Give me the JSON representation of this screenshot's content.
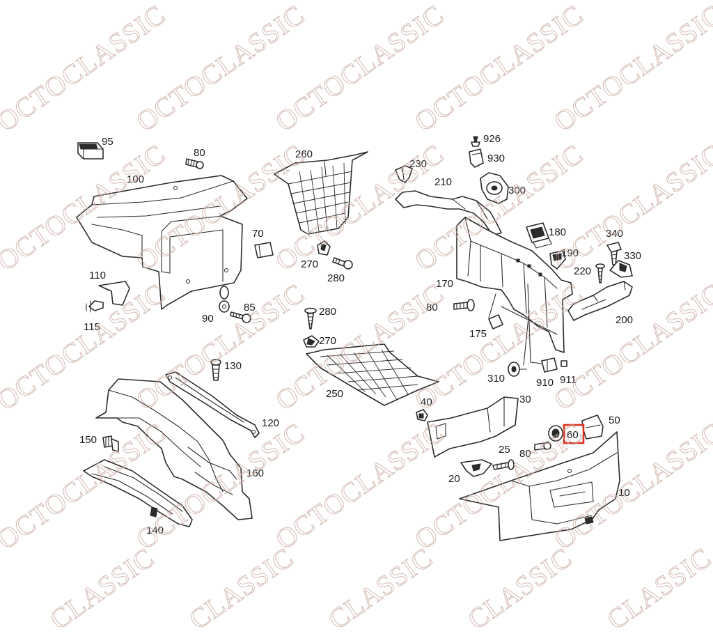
{
  "watermark": {
    "text": "OCTOCLASSIC",
    "partial_text": "CLASSIC",
    "color": "#c9aba3"
  },
  "highlight": {
    "label": "60",
    "color": "#d9321f"
  },
  "callouts": {
    "p10": "10",
    "p20": "20",
    "p25": "25",
    "p30": "30",
    "p40": "40",
    "p50": "50",
    "p60": "60",
    "p70": "70",
    "p80a": "80",
    "p80b": "80",
    "p80c": "80",
    "p85": "85",
    "p90": "90",
    "p95": "95",
    "p100": "100",
    "p110": "110",
    "p115": "115",
    "p120": "120",
    "p130": "130",
    "p140": "140",
    "p150": "150",
    "p160": "160",
    "p170": "170",
    "p175": "175",
    "p180": "180",
    "p190": "190",
    "p200": "200",
    "p210": "210",
    "p220": "220",
    "p230": "230",
    "p250": "250",
    "p260": "260",
    "p270a": "270",
    "p270b": "270",
    "p280a": "280",
    "p280b": "280",
    "p300": "300",
    "p310": "310",
    "p330": "330",
    "p340": "340",
    "p910": "910",
    "p911": "911",
    "p926": "926",
    "p930": "930"
  }
}
